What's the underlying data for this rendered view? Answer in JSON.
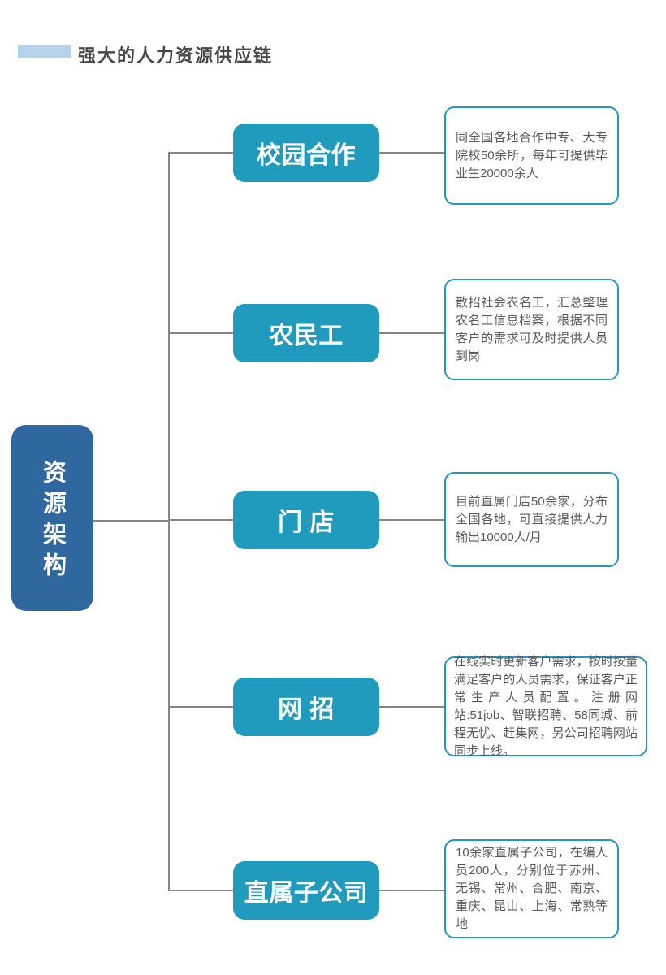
{
  "header": {
    "title": "强大的人力资源供应链"
  },
  "root": {
    "label": "资源架构"
  },
  "branches": [
    {
      "label": "校园合作",
      "description": "同全国各地合作中专、大专院校50余所，每年可提供毕业生20000余人"
    },
    {
      "label": "农民工",
      "description": "散招社会农名工，汇总整理农名工信息档案，根据不同客户的需求可及时提供人员到岗"
    },
    {
      "label": "门 店",
      "description": "目前直属门店50余家，分布全国各地，可直接提供人力输出10000人/月"
    },
    {
      "label": "网 招",
      "description": "在线实时更新客户需求，按时按量满足客户的人员需求，保证客户正常生产人员配置。注册网站:51job、智联招聘、58同城、前程无忧、赶集网，另公司招聘网站同步上线。"
    },
    {
      "label": "直属子公司",
      "description": "10余家直属子公司，在编人员200人，分别位于苏州、无锡、常州、合肥、南京、重庆、昆山、上海、常熟等地"
    }
  ],
  "colors": {
    "node_teal": "#209bbe",
    "root_blue": "#2e689e",
    "desc_border": "#2196c9",
    "desc_text": "#58595b",
    "line": "#858585",
    "title_color": "#48484a",
    "accent_bar": "#b3d4ea"
  }
}
